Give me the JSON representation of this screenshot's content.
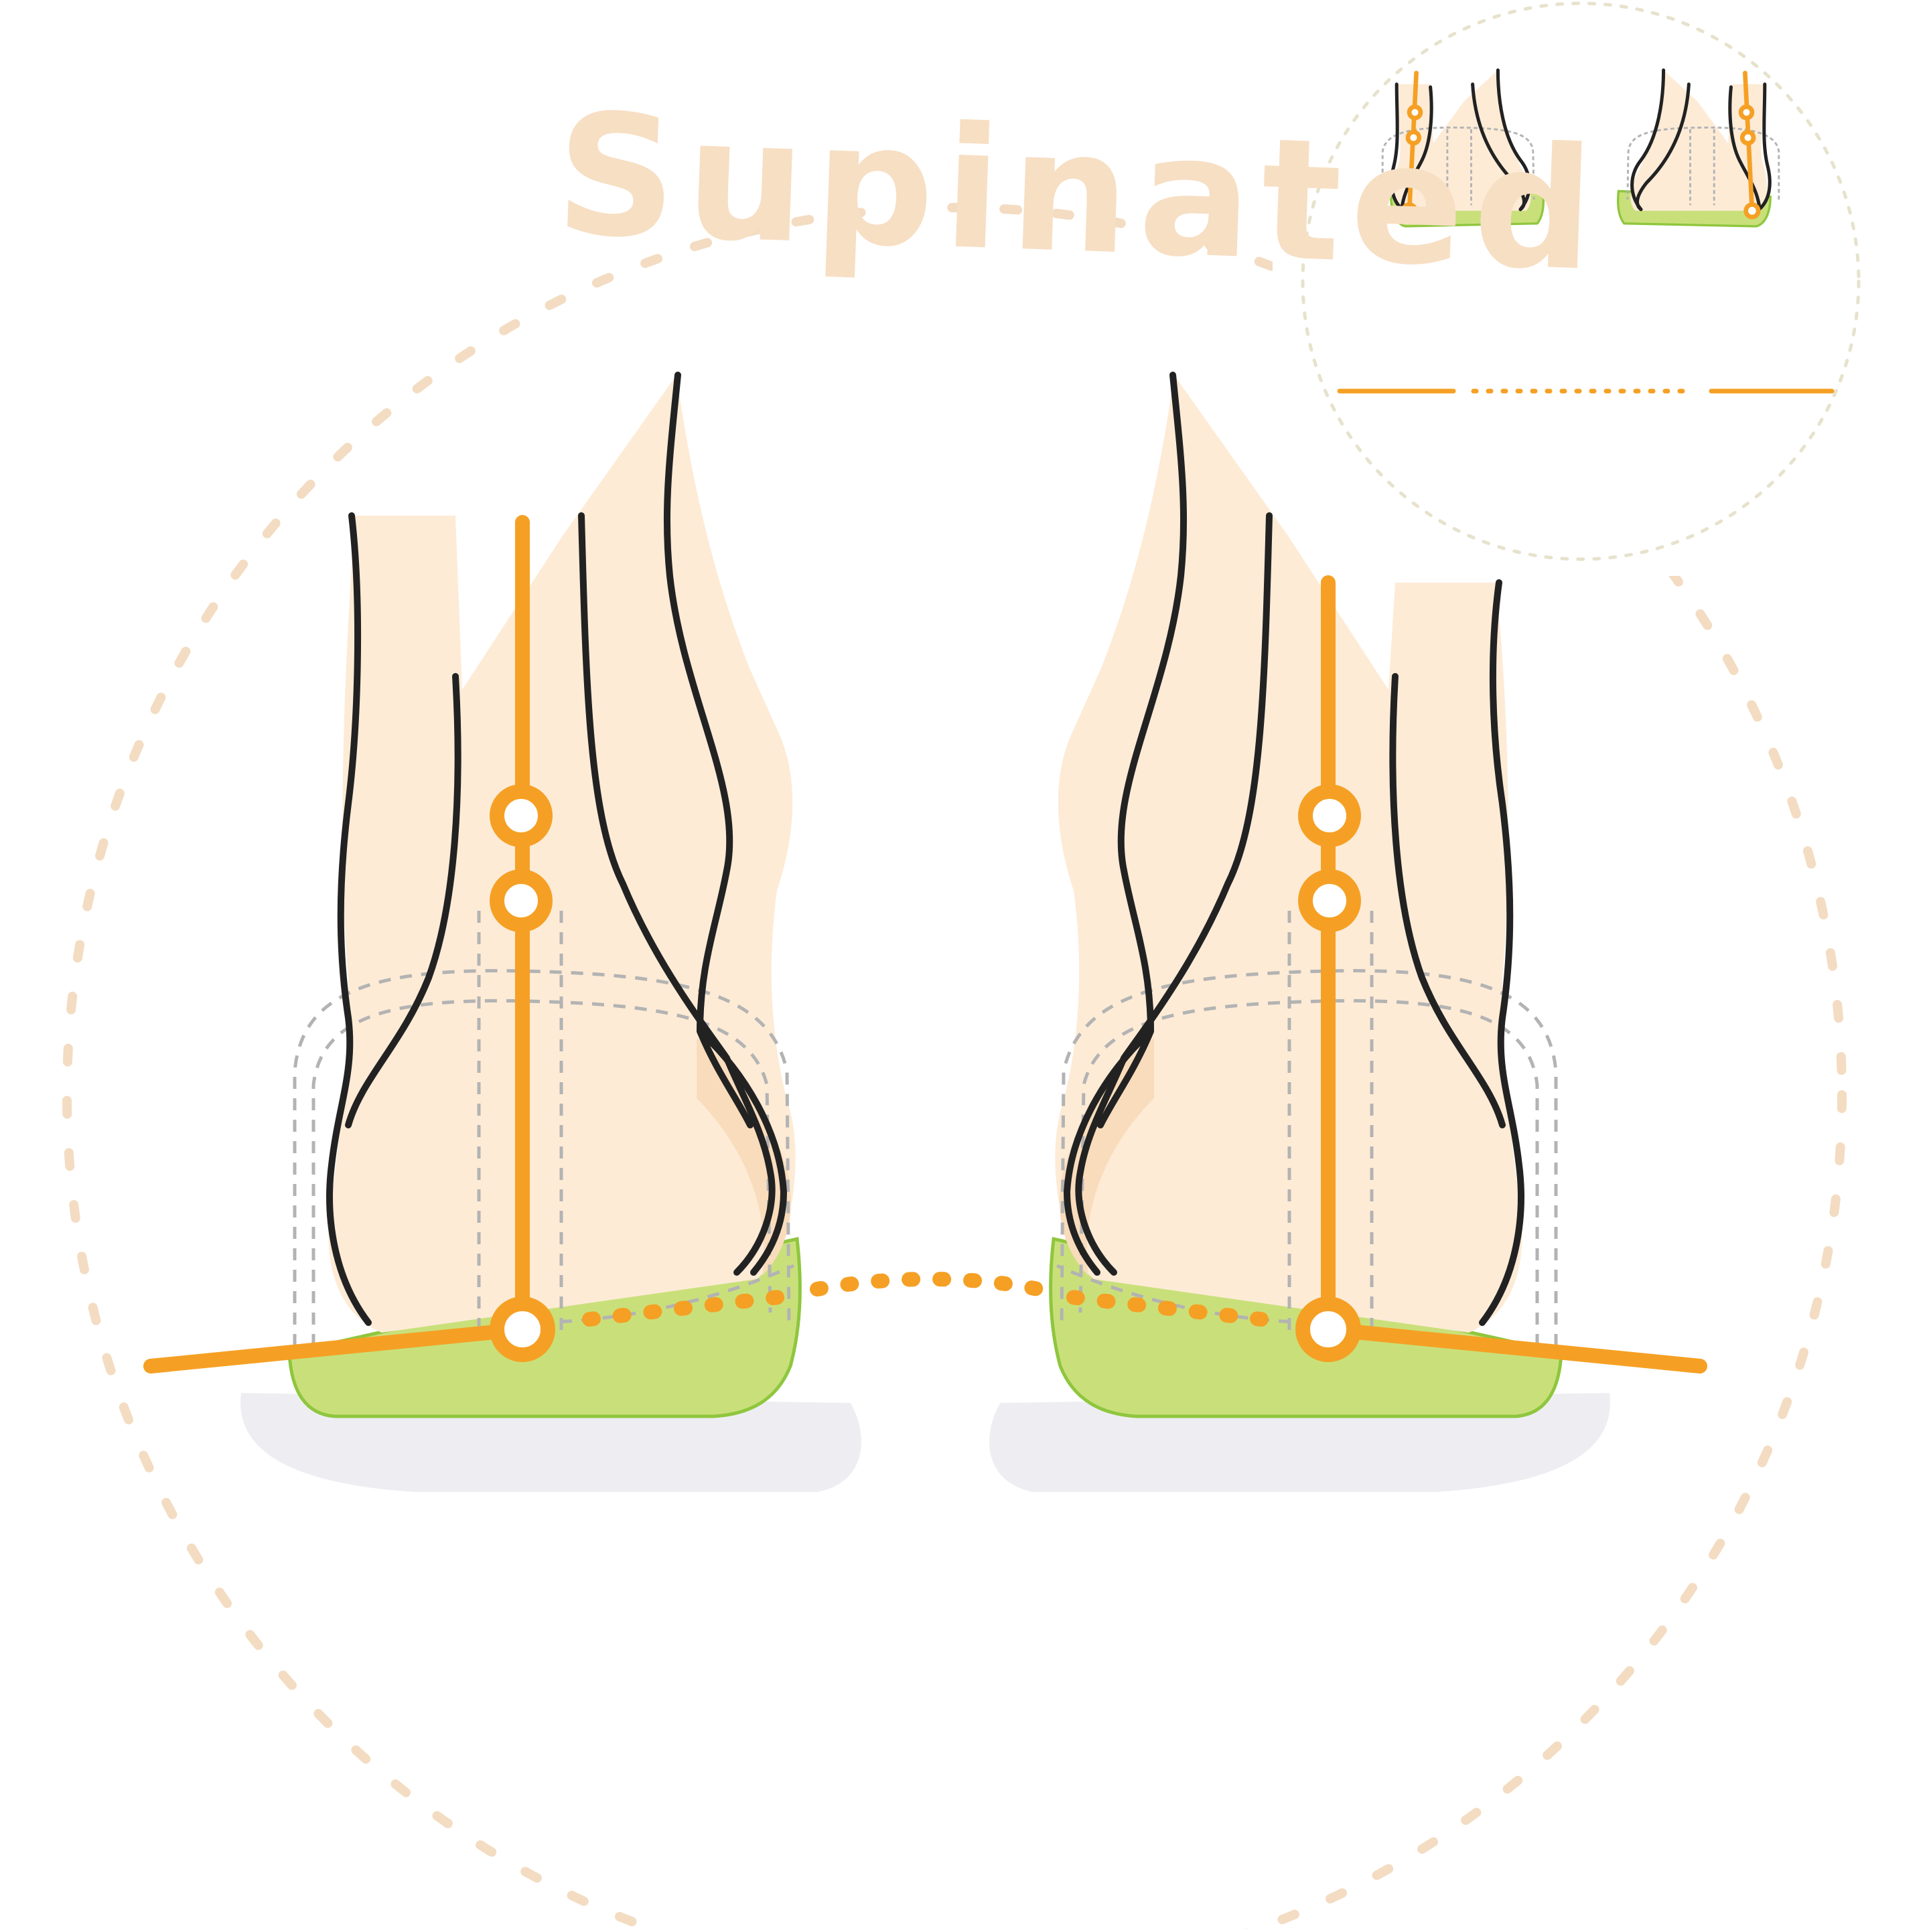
{
  "title": "Supinated",
  "colors": {
    "title": "#f7dfc4",
    "dashed_circle": "#f3dcc2",
    "skin": "#fdebd6",
    "skin_outline": "#222222",
    "inner_skin": "#f9dcbc",
    "axis": "#f5a024",
    "insole_fill": "#c9e07a",
    "insole_stroke": "#8fc63e",
    "guide": "#b3b3b3",
    "shadow": "#eeeef2",
    "inset_circle": "#e6e2cc"
  },
  "figures": [
    {
      "name": "main-diagram",
      "feet": [
        "left-foot",
        "right-foot"
      ]
    },
    {
      "name": "inset-diagram",
      "feet": [
        "inset-left-foot",
        "inset-right-foot"
      ]
    }
  ]
}
